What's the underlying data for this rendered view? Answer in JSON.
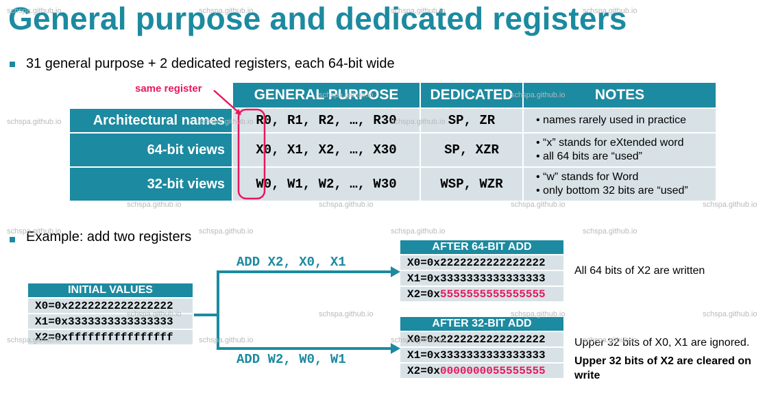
{
  "title": "General purpose and dedicated registers",
  "bullets": {
    "b1": "31 general purpose + 2 dedicated registers, each 64-bit wide",
    "b2": "Example: add two registers"
  },
  "table": {
    "callout": "same register",
    "headers": {
      "general": "GENERAL PURPOSE",
      "dedicated": "DEDICATED",
      "notes": "NOTES"
    },
    "rows": [
      {
        "label": "Architectural names",
        "general": ", R1, R2, …, R30",
        "general_first": "R0",
        "dedicated": "SP, ZR",
        "notes": [
          "• names rarely used in practice"
        ]
      },
      {
        "label": "64-bit views",
        "general": ", X1, X2, …, X30",
        "general_first": "X0",
        "dedicated": "SP, XZR",
        "notes": [
          "• “x” stands for eXtended word",
          "• all 64 bits are “used”"
        ]
      },
      {
        "label": "32-bit views",
        "general": ", W1, W2, …, W30",
        "general_first": "W0",
        "dedicated": "WSP, WZR",
        "notes": [
          "• “w” stands for Word",
          "• only bottom 32 bits are “used”"
        ]
      }
    ]
  },
  "example": {
    "initial": {
      "header": "INITIAL VALUES",
      "rows": [
        "X0=0x2222222222222222",
        "X1=0x3333333333333333",
        "X2=0xffffffffffffffff"
      ]
    },
    "op64": "ADD X2, X0, X1",
    "op32": "ADD W2, W0, W1",
    "after64": {
      "header": "AFTER 64-BIT ADD",
      "rows": [
        "X0=0x2222222222222222",
        "X1=0x3333333333333333"
      ],
      "x2_prefix": "X2=0x",
      "x2_value": "5555555555555555"
    },
    "after32": {
      "header": "AFTER 32-BIT ADD",
      "rows": [
        "X0=0x2222222222222222",
        "X1=0x3333333333333333"
      ],
      "x2_prefix": "X2=0x",
      "x2_value": "0000000055555555"
    },
    "note64": "All 64 bits of X2 are written",
    "note32a": "Upper 32 bits of X0, X1 are ignored.",
    "note32b": "Upper 32 bits of X2 are cleared on write"
  },
  "watermark": "schspa.github.io",
  "colors": {
    "accent": "#1c8aa0",
    "cell": "#d8e2e6",
    "highlight": "#e8175d"
  }
}
